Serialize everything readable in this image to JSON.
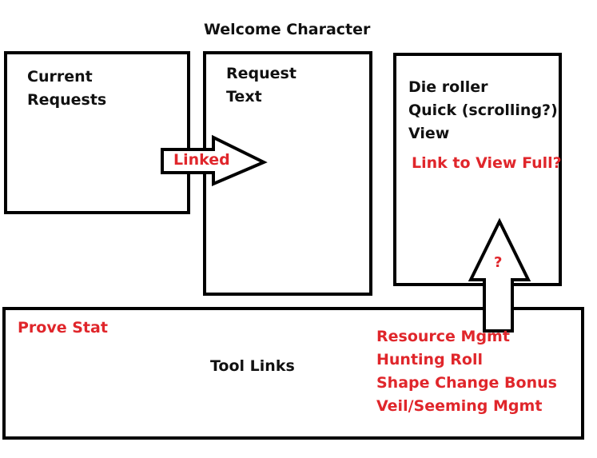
{
  "header": {
    "title": "Welcome Character"
  },
  "panels": {
    "current_requests": {
      "lines": [
        "Current",
        "Requests"
      ]
    },
    "request_text": {
      "lines": [
        "Request",
        "Text"
      ]
    },
    "die_roller": {
      "lines": [
        "Die roller",
        "Quick (scrolling?)",
        "View"
      ],
      "note": "Link to View Full?"
    },
    "tools": {
      "label": "Tool Links",
      "prove_stat": "Prove Stat",
      "links": [
        "Resource Mgmt",
        "Hunting Roll",
        "Shape Change Bonus",
        "Veil/Seeming Mgmt"
      ]
    }
  },
  "connectors": {
    "linked_label": "Linked",
    "question_label": "?"
  },
  "colors": {
    "annotation": "#e0262b",
    "stroke": "#000000",
    "text": "#111111"
  }
}
